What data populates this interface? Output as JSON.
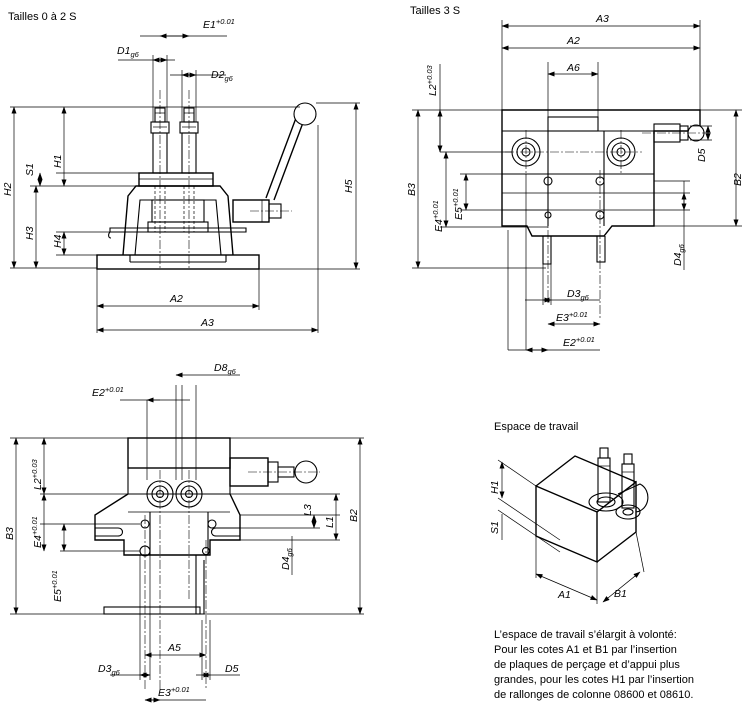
{
  "titles": {
    "sizes_0_2": "Tailles 0 à 2 S",
    "sizes_3": "Tailles 3 S",
    "workspace": "Espace de travail"
  },
  "dims": {
    "E1": "E1",
    "E1_tol": "+0.01",
    "D1": "D1",
    "D1_sub": "g6",
    "D2": "D2",
    "D2_sub": "g6",
    "H1": "H1",
    "H2": "H2",
    "H3": "H3",
    "H4": "H4",
    "H5": "H5",
    "S1": "S1",
    "A1": "A1",
    "A2": "A2",
    "A3": "A3",
    "A5": "A5",
    "A6": "A6",
    "L1": "L1",
    "L2": "L2",
    "L2_tol": "+0.03",
    "L3": "L3",
    "B1": "B1",
    "B2": "B2",
    "B3": "B3",
    "D3": "D3",
    "D3_sub": "g6",
    "D4": "D4",
    "D4_sub": "g6",
    "D5": "D5",
    "D8": "D8",
    "D8_sub": "g6",
    "E2": "E2",
    "E2_tol": "+0.01",
    "E3": "E3",
    "E3_tol": "+0.01",
    "E4": "E4",
    "E4_tol": "+0.01",
    "E5": "E5",
    "E5_tol": "+0.01"
  },
  "note": {
    "line1": "L’espace de travail s’élargit à volonté:",
    "line2": "Pour les cotes A1 et B1 par l’insertion",
    "line3": "de plaques de perçage et d’appui plus",
    "line4": "grandes, pour les cotes H1 par l’insertion",
    "line5": "de rallonges de colonne 08600 et 08610."
  }
}
